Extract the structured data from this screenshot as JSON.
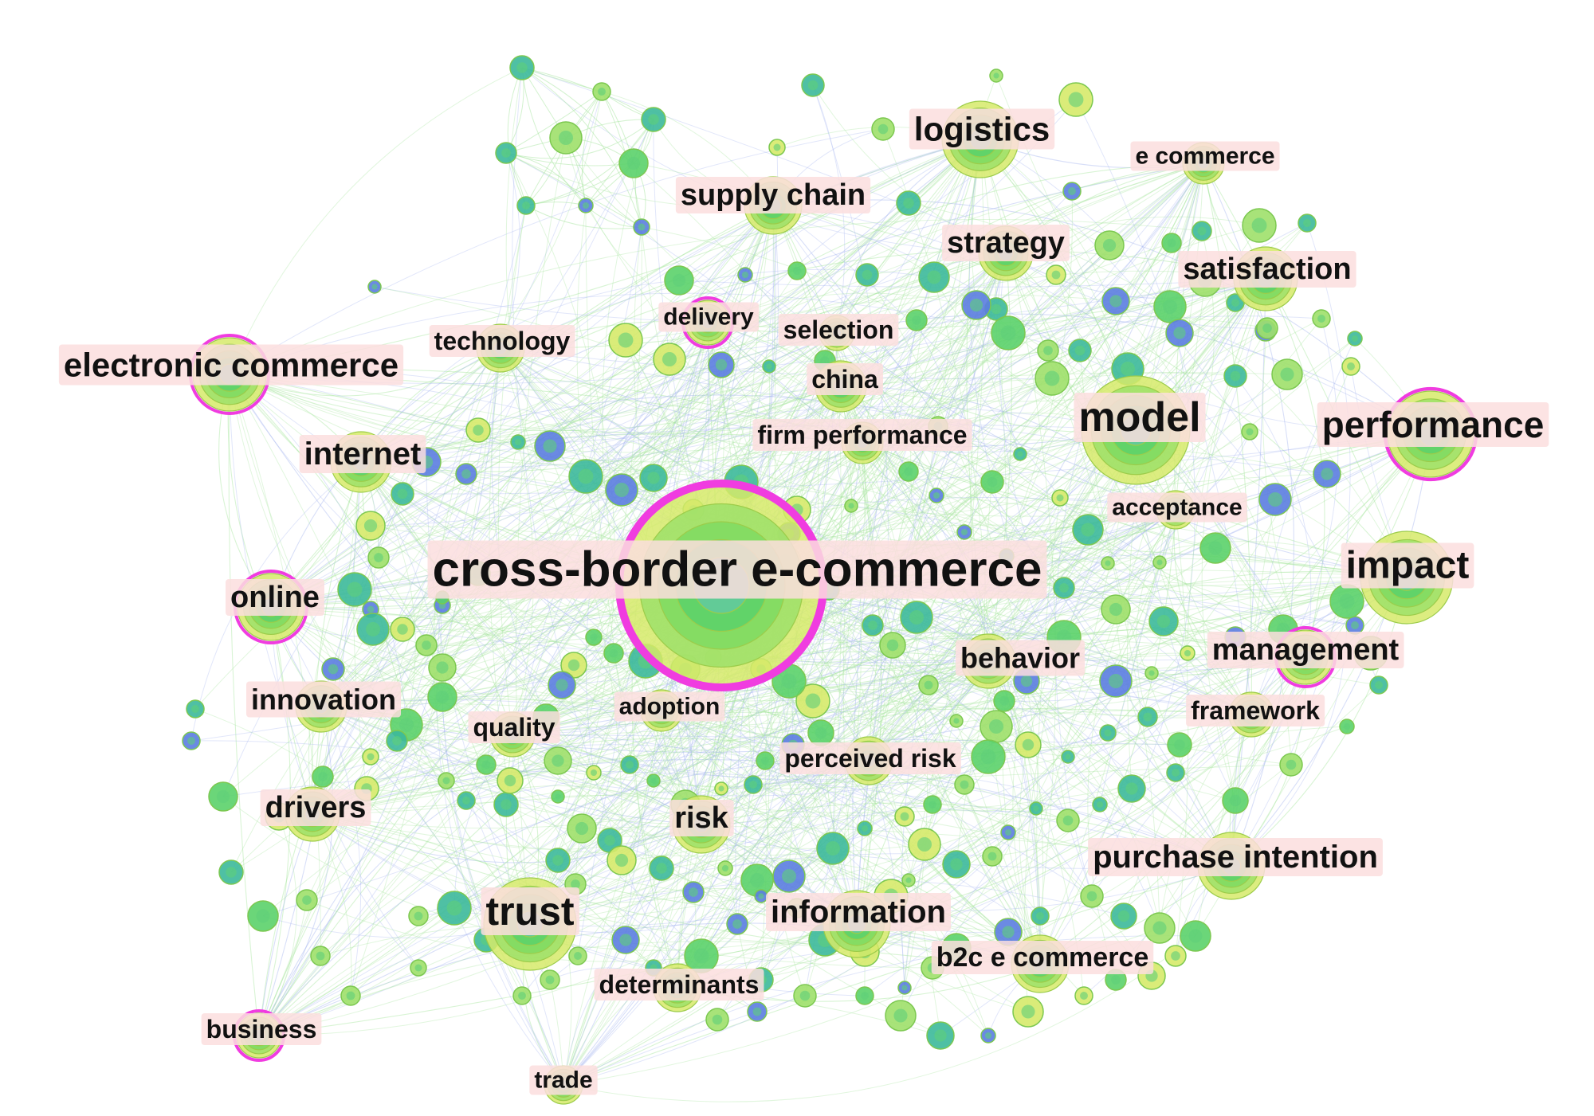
{
  "keywords": [
    {
      "label": "cross-border e-commerce",
      "size": "xl",
      "weight": 100,
      "burst": true
    },
    {
      "label": "logistics",
      "size": "m",
      "weight": 28,
      "burst": false
    },
    {
      "label": "e commerce",
      "size": "s",
      "weight": 12,
      "burst": false
    },
    {
      "label": "supply chain",
      "size": "m",
      "weight": 20,
      "burst": false
    },
    {
      "label": "strategy",
      "size": "m",
      "weight": 18,
      "burst": false
    },
    {
      "label": "satisfaction",
      "size": "m",
      "weight": 20,
      "burst": false
    },
    {
      "label": "delivery",
      "size": "s",
      "weight": 8,
      "burst": true
    },
    {
      "label": "selection",
      "size": "s",
      "weight": 14,
      "burst": false
    },
    {
      "label": "technology",
      "size": "s",
      "weight": 16,
      "burst": false
    },
    {
      "label": "electronic commerce",
      "size": "l",
      "weight": 24,
      "burst": true
    },
    {
      "label": "china",
      "size": "s",
      "weight": 16,
      "burst": false
    },
    {
      "label": "model",
      "size": "l",
      "weight": 42,
      "burst": false
    },
    {
      "label": "performance",
      "size": "l",
      "weight": 30,
      "burst": true
    },
    {
      "label": "firm performance",
      "size": "s",
      "weight": 14,
      "burst": false
    },
    {
      "label": "internet",
      "size": "m",
      "weight": 20,
      "burst": false
    },
    {
      "label": "acceptance",
      "size": "s",
      "weight": 14,
      "burst": false
    },
    {
      "label": "impact",
      "size": "l",
      "weight": 40,
      "burst": false
    },
    {
      "label": "online",
      "size": "m",
      "weight": 16,
      "burst": true
    },
    {
      "label": "management",
      "size": "m",
      "weight": 16,
      "burst": true
    },
    {
      "label": "behavior",
      "size": "m",
      "weight": 18,
      "burst": false
    },
    {
      "label": "innovation",
      "size": "m",
      "weight": 18,
      "burst": false
    },
    {
      "label": "adoption",
      "size": "s",
      "weight": 14,
      "burst": false
    },
    {
      "label": "framework",
      "size": "s",
      "weight": 16,
      "burst": false
    },
    {
      "label": "quality",
      "size": "s",
      "weight": 14,
      "burst": false
    },
    {
      "label": "perceived risk",
      "size": "s",
      "weight": 16,
      "burst": false
    },
    {
      "label": "drivers",
      "size": "m",
      "weight": 18,
      "burst": false
    },
    {
      "label": "risk",
      "size": "m",
      "weight": 18,
      "burst": false
    },
    {
      "label": "purchase intention",
      "size": "m",
      "weight": 24,
      "burst": false
    },
    {
      "label": "trust",
      "size": "l",
      "weight": 38,
      "burst": false
    },
    {
      "label": "information",
      "size": "m",
      "weight": 24,
      "burst": false
    },
    {
      "label": "b2c e commerce",
      "size": "s",
      "weight": 20,
      "burst": false
    },
    {
      "label": "determinants",
      "size": "s",
      "weight": 16,
      "burst": false
    },
    {
      "label": "business",
      "size": "s",
      "weight": 10,
      "burst": true
    },
    {
      "label": "trade",
      "size": "s",
      "weight": 12,
      "burst": false
    }
  ],
  "colors": {
    "node_green": "#9ee06a",
    "node_mid": "#5bd16a",
    "node_teal": "#3cb99a",
    "node_blue": "#5b7de0",
    "node_yellow": "#d6ea6a",
    "burst_ring": "#f03ce0",
    "label_bg": "#fbdede",
    "edge_green": "#a8e6a0",
    "edge_blue": "#a8b8f0"
  }
}
